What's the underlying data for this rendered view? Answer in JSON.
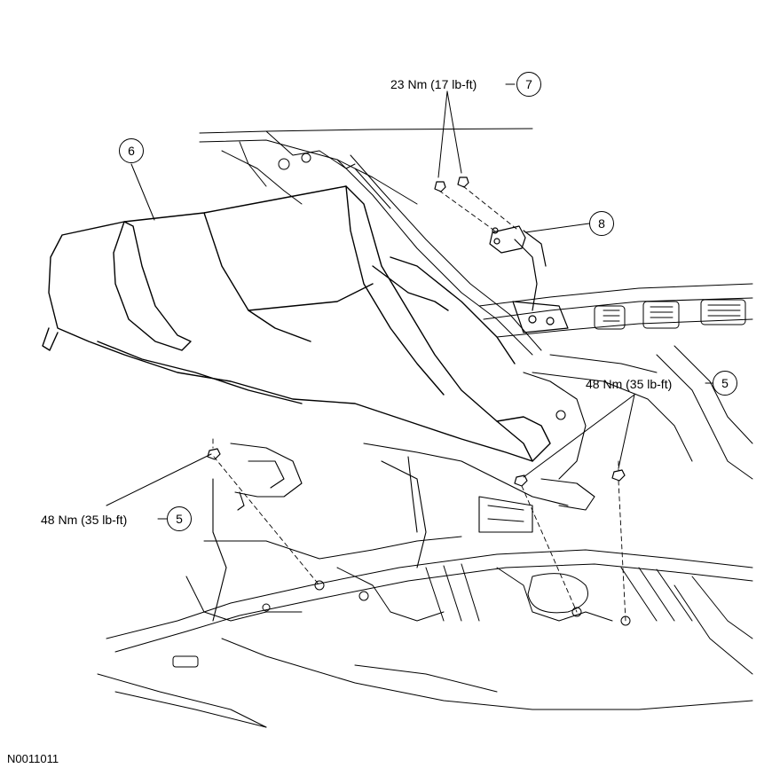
{
  "callouts": [
    {
      "id": "c6",
      "number": "6"
    },
    {
      "id": "c7",
      "number": "7"
    },
    {
      "id": "c8",
      "number": "8"
    },
    {
      "id": "c5a",
      "number": "5"
    },
    {
      "id": "c5b",
      "number": "5"
    }
  ],
  "torque_labels": {
    "bolts_top": "23 Nm (17 lb-ft)",
    "nuts_right": "48 Nm (35 lb-ft)",
    "nuts_left": "48 Nm (35 lb-ft)"
  },
  "figure_id": "N0011011"
}
